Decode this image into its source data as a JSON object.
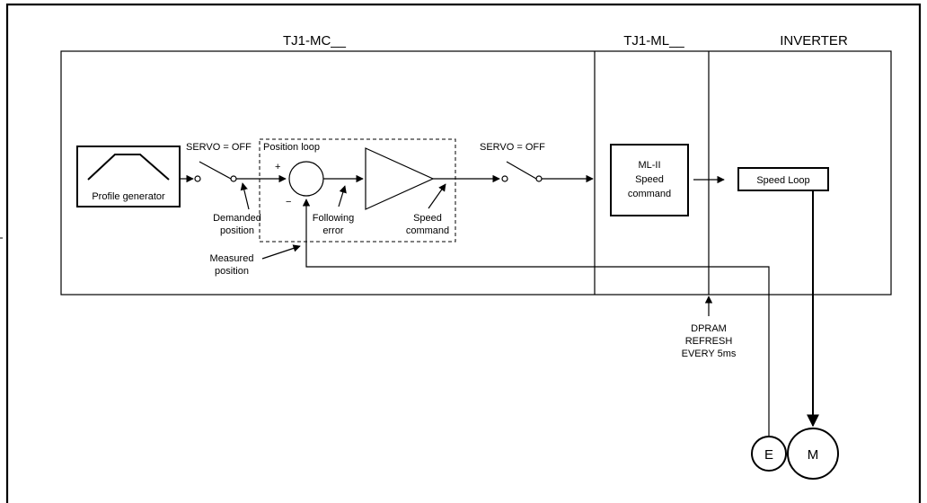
{
  "sections": {
    "mc": "TJ1-MC__",
    "ml": "TJ1-ML__",
    "inverter": "INVERTER"
  },
  "blocks": {
    "profile_generator": "Profile generator",
    "position_loop": "Position loop",
    "ml_ii_line1": "ML-II",
    "ml_ii_line2": "Speed",
    "ml_ii_line3": "command",
    "speed_loop": "Speed Loop",
    "encoder": "E",
    "motor": "M"
  },
  "switches": {
    "servo_off_1": "SERVO = OFF",
    "servo_off_2": "SERVO = OFF"
  },
  "summing_signs": {
    "plus": "+",
    "minus": "−"
  },
  "annotations": {
    "demanded_line1": "Demanded",
    "demanded_line2": "position",
    "following_line1": "Following",
    "following_line2": "error",
    "speed_cmd_line1": "Speed",
    "speed_cmd_line2": "command",
    "measured_line1": "Measured",
    "measured_line2": "position",
    "dpram_line1": "DPRAM",
    "dpram_line2": "REFRESH",
    "dpram_line3": "EVERY 5ms"
  }
}
